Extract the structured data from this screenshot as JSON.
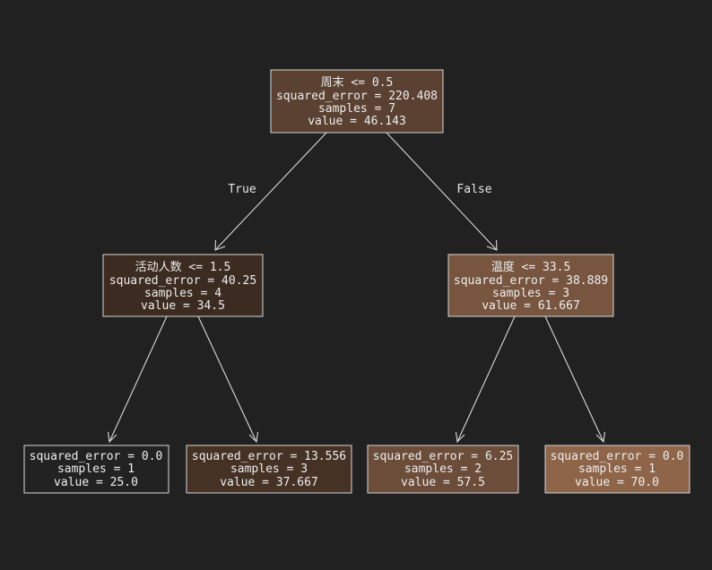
{
  "tree": {
    "edge_labels": {
      "true_label": "True",
      "false_label": "False"
    },
    "colors": {
      "background": "#212121",
      "border": "#d8d8d8",
      "text": "#eeeeee"
    },
    "nodes": [
      {
        "id": "root",
        "lines": [
          "周末 <= 0.5",
          "squared_error = 220.408",
          "samples = 7",
          "value = 46.143"
        ],
        "fill": "#5b4131"
      },
      {
        "id": "left",
        "lines": [
          "活动人数 <= 1.5",
          "squared_error = 40.25",
          "samples = 4",
          "value = 34.5"
        ],
        "fill": "#3c2b20"
      },
      {
        "id": "right",
        "lines": [
          "温度 <= 33.5",
          "squared_error = 38.889",
          "samples = 3",
          "value = 61.667"
        ],
        "fill": "#77553f"
      },
      {
        "id": "ll",
        "lines": [
          "squared_error = 0.0",
          "samples = 1",
          "value = 25.0"
        ],
        "fill": "#222222"
      },
      {
        "id": "lr",
        "lines": [
          "squared_error = 13.556",
          "samples = 3",
          "value = 37.667"
        ],
        "fill": "#453225"
      },
      {
        "id": "rl",
        "lines": [
          "squared_error = 6.25",
          "samples = 2",
          "value = 57.5"
        ],
        "fill": "#6b4d39"
      },
      {
        "id": "rr",
        "lines": [
          "squared_error = 0.0",
          "samples = 1",
          "value = 70.0"
        ],
        "fill": "#8e6549"
      }
    ]
  }
}
